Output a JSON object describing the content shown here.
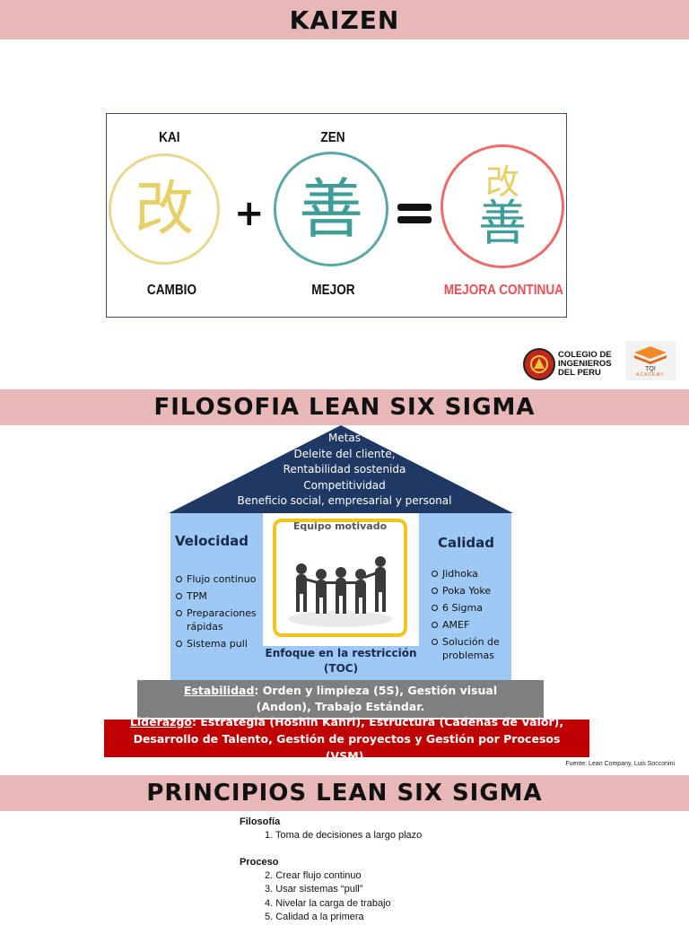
{
  "headers": {
    "kaizen": "KAIZEN",
    "filosofia": "FILOSOFIA LEAN SIX SIGMA",
    "principios": "PRINCIPIOS LEAN SIX SIGMA"
  },
  "kaizen_diagram": {
    "kai": {
      "top_label": "KAI",
      "kanji": "改",
      "bottom_label": "CAMBIO",
      "color": "#e8d98c",
      "text_color": "#e6d067"
    },
    "zen": {
      "top_label": "ZEN",
      "kanji": "善",
      "bottom_label": "MEJOR",
      "color": "#5aa8a6",
      "text_color": "#3e9c99"
    },
    "result": {
      "kanji_top": "改",
      "kanji_bottom": "善",
      "bottom_label": "MEJORA CONTINUA",
      "color": "#ef6b6b",
      "label_color": "#ef4d55"
    },
    "plus": "+",
    "equals": "="
  },
  "logos": {
    "cip_lines": [
      "COLEGIO DE",
      "INGENIEROS",
      "DEL PERU"
    ],
    "tqi_name": "TQI",
    "tqi_sub": "ACADEMY"
  },
  "house": {
    "roof_lines": [
      "Metas",
      "Deleite del cliente,",
      "Rentabilidad sostenida",
      "Competitividad",
      "Beneficio social, empresarial y personal"
    ],
    "left_title": "Velocidad",
    "left_items": [
      "Flujo continuo",
      "TPM",
      "Preparaciones rápidas",
      "Sistema pull"
    ],
    "center_title": "Equipo motivado",
    "center_bottom": "Enfoque en la restricción (TOC)",
    "right_title": "Calidad",
    "right_items": [
      "Jidhoka",
      "Poka Yoke",
      "6 Sigma",
      "AMEF",
      "Solución de problemas"
    ],
    "estabilidad_label": "Estabilidad",
    "estabilidad_text": ": Orden y limpieza (5S), Gestión visual (Andon), Trabajo Estándar.",
    "liderazgo_label": "Liderazgo",
    "liderazgo_text": ": Estrategia (Hoshin Kanri), Estructura (Cadenas de Valor), Desarrollo de Talento, Gestión de proyectos y Gestión por Procesos (VSM).",
    "roof_color": "#1f3864",
    "walls_color": "#9ec9f4"
  },
  "fuente": "Fuente: Lean Company, Luis Socconini",
  "principios": {
    "sections": [
      {
        "title": "Filosofía",
        "items": [
          "1. Toma de decisiones a largo plazo"
        ]
      },
      {
        "title": "Proceso",
        "items": [
          "2. Crear flujo continuo",
          "3. Usar sistemas “pull”",
          "4. Nivelar la carga de trabajo",
          "5. Calidad a la primera"
        ]
      }
    ]
  }
}
